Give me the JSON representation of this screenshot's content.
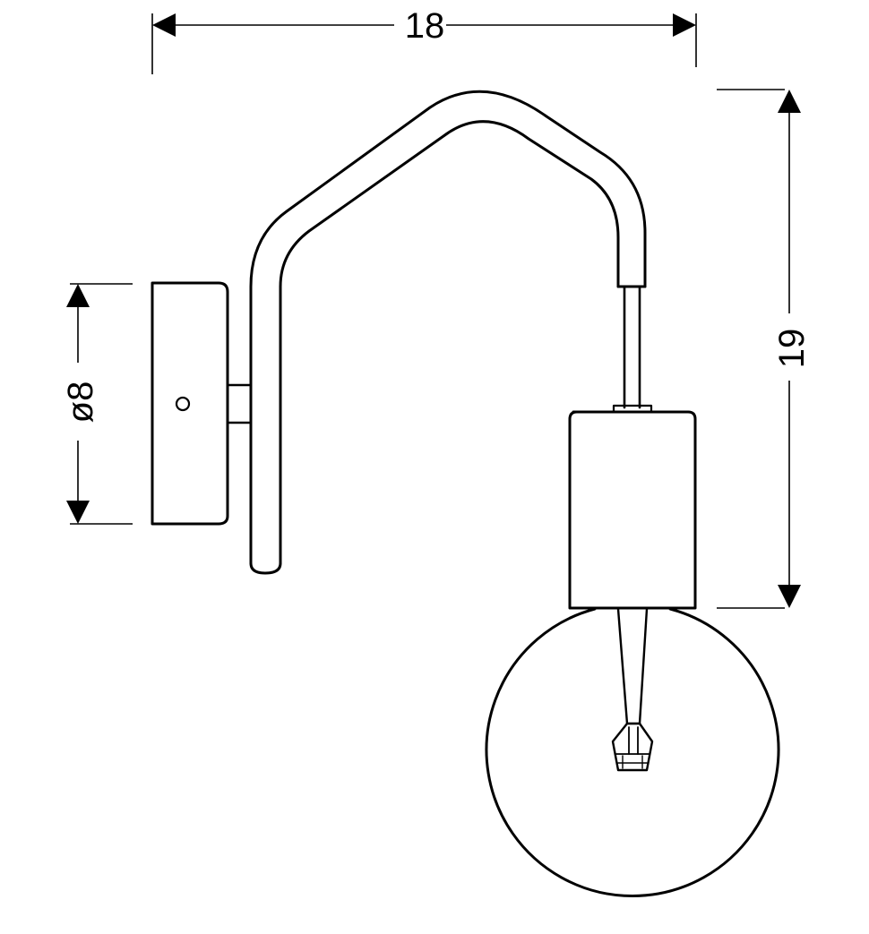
{
  "dimensions": {
    "width_label": "18",
    "height_label": "19",
    "diameter_label": "ø8"
  },
  "colors": {
    "line": "#000000",
    "background": "#ffffff"
  }
}
